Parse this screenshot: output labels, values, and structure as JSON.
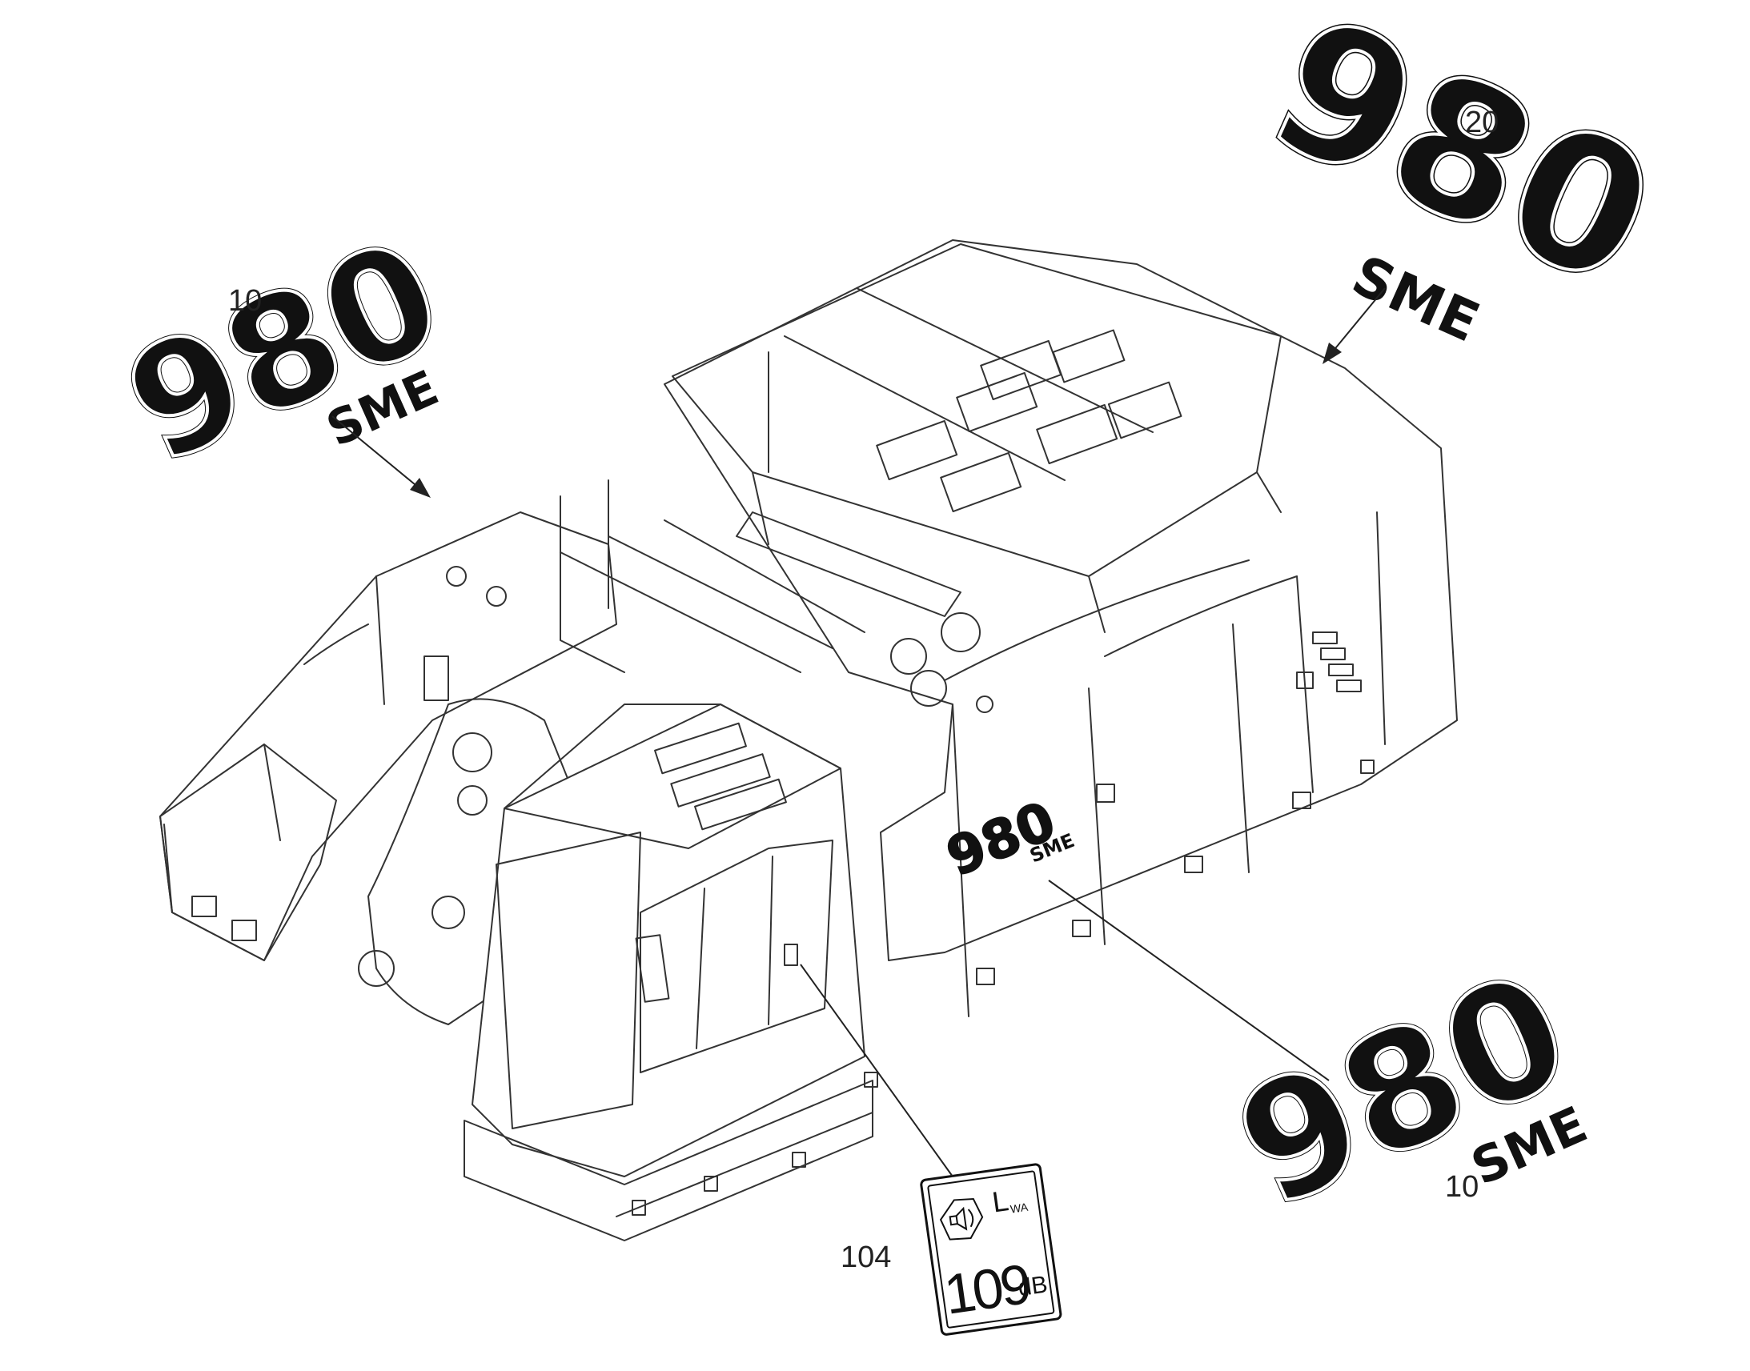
{
  "callouts": {
    "decal_left": "10",
    "decal_top_right": "20",
    "decal_bottom_right": "10",
    "noise_label": "104"
  },
  "decals": {
    "model_number": "980",
    "model_suffix": "SME"
  },
  "noise_label": {
    "symbol": "L",
    "symbol_subscript": "WA",
    "value": "109",
    "unit": "dB"
  },
  "colors": {
    "line": "#333333",
    "decal": "#111111",
    "background": "#ffffff"
  }
}
